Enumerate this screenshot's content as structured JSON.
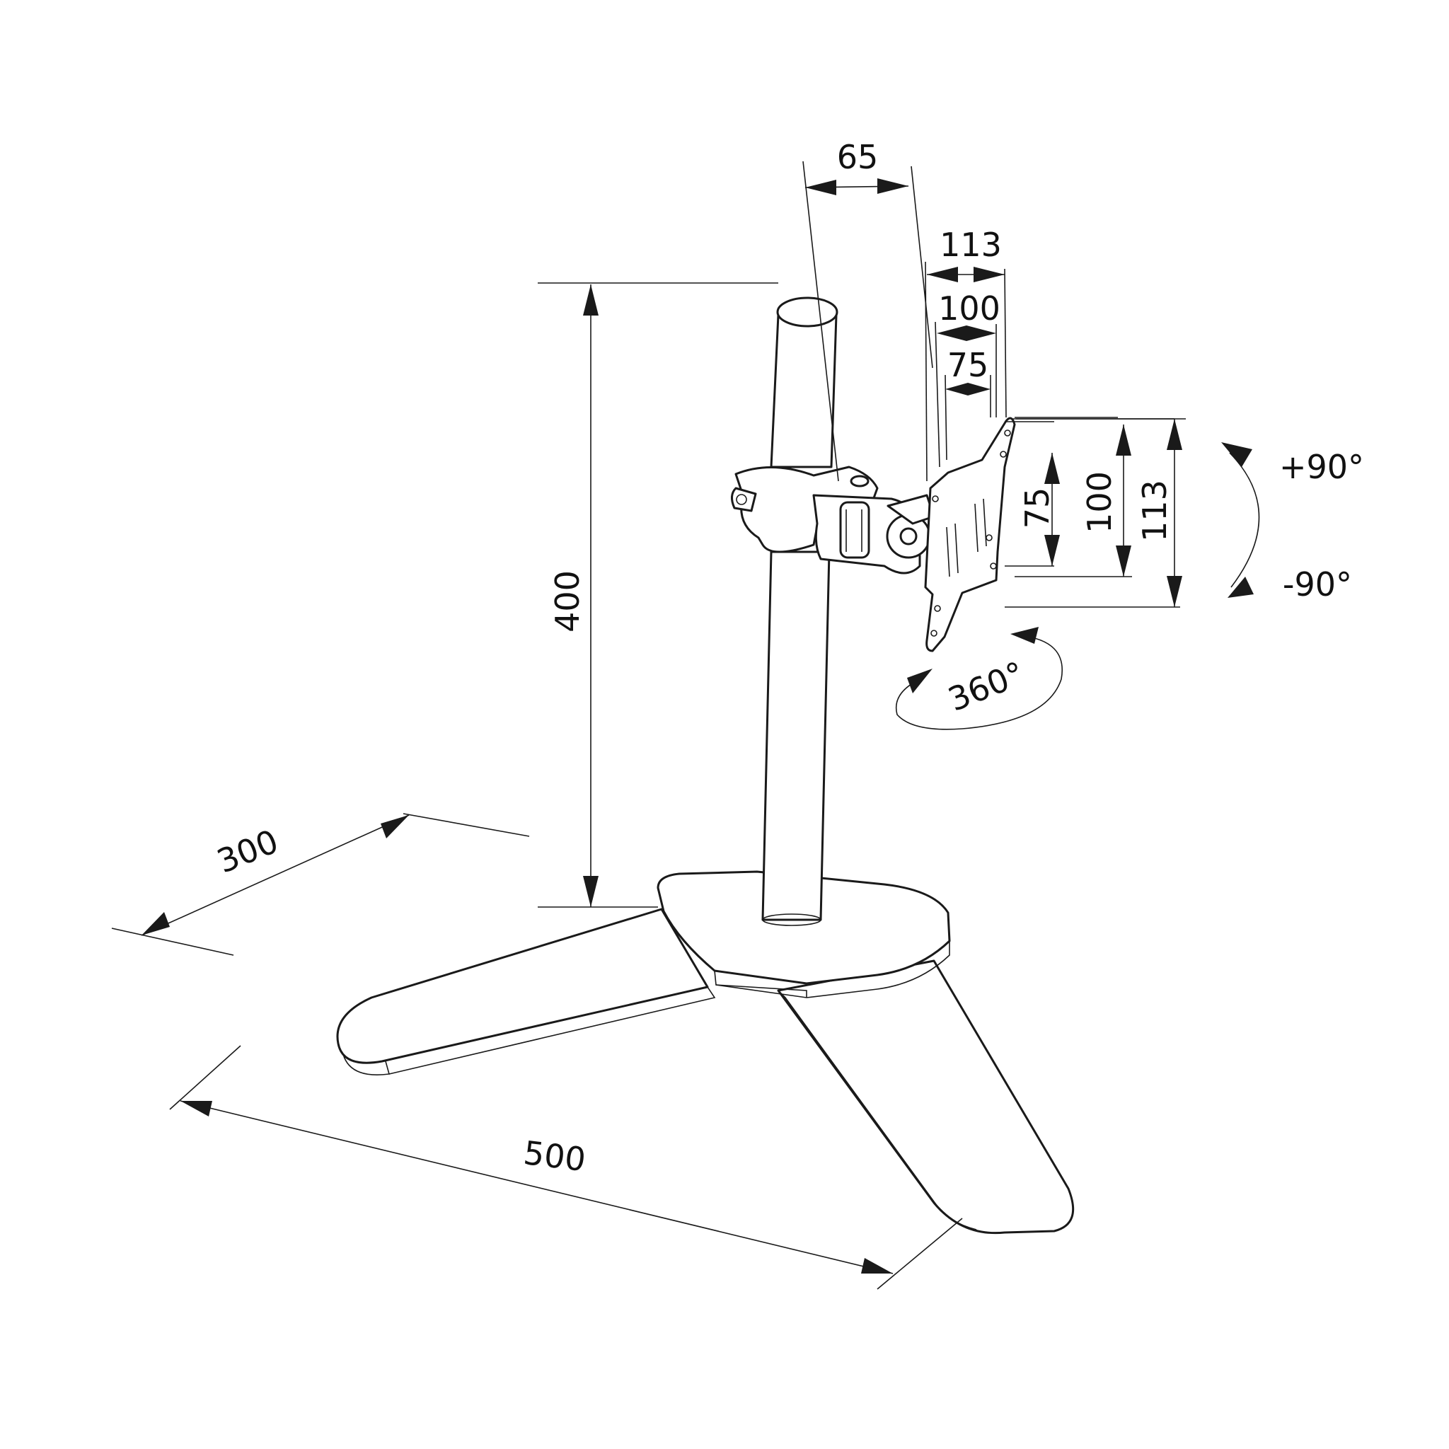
{
  "dimensions": {
    "pole_diameter": "65",
    "plate_width_113": "113",
    "plate_width_100": "100",
    "plate_width_75": "75",
    "plate_height_75": "75",
    "plate_height_100": "100",
    "plate_height_113": "113",
    "pole_height": "400",
    "base_depth": "300",
    "base_width": "500"
  },
  "rotation": {
    "tilt_up": "+90°",
    "tilt_down": "-90°",
    "swivel": "360°"
  }
}
